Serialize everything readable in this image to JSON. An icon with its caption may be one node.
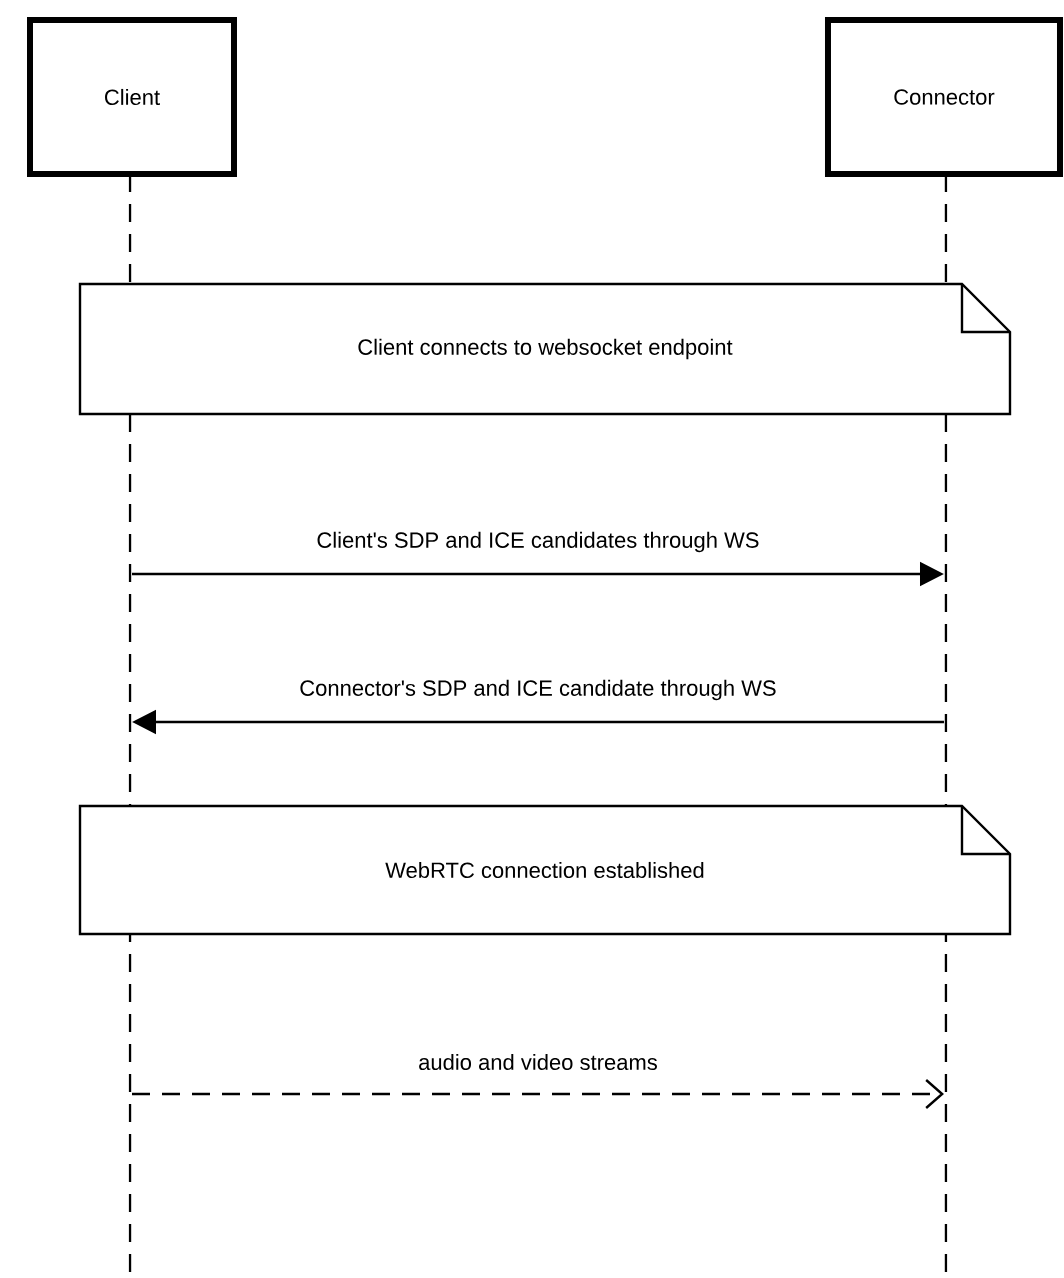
{
  "diagram": {
    "nodes": [
      {
        "text": [
          "Client"
        ]
      },
      {
        "text": [
          "Connector"
        ]
      },
      {
        "text": [
          "Client connects to websocket endpoint"
        ]
      },
      {
        "text": [
          "WebRTC connection established"
        ]
      }
    ],
    "edges": [
      {
        "from": 0,
        "to": 1,
        "arrow": "to",
        "label": "Client's SDP and ICE candidates through WS"
      },
      {
        "from": 1,
        "to": 0,
        "arrow": "to",
        "label": "Connector's SDP and ICE candidate through WS"
      },
      {
        "from": 0,
        "to": 1,
        "arrow": "to",
        "label": "audio and video streams",
        "style": "dashed"
      }
    ]
  }
}
